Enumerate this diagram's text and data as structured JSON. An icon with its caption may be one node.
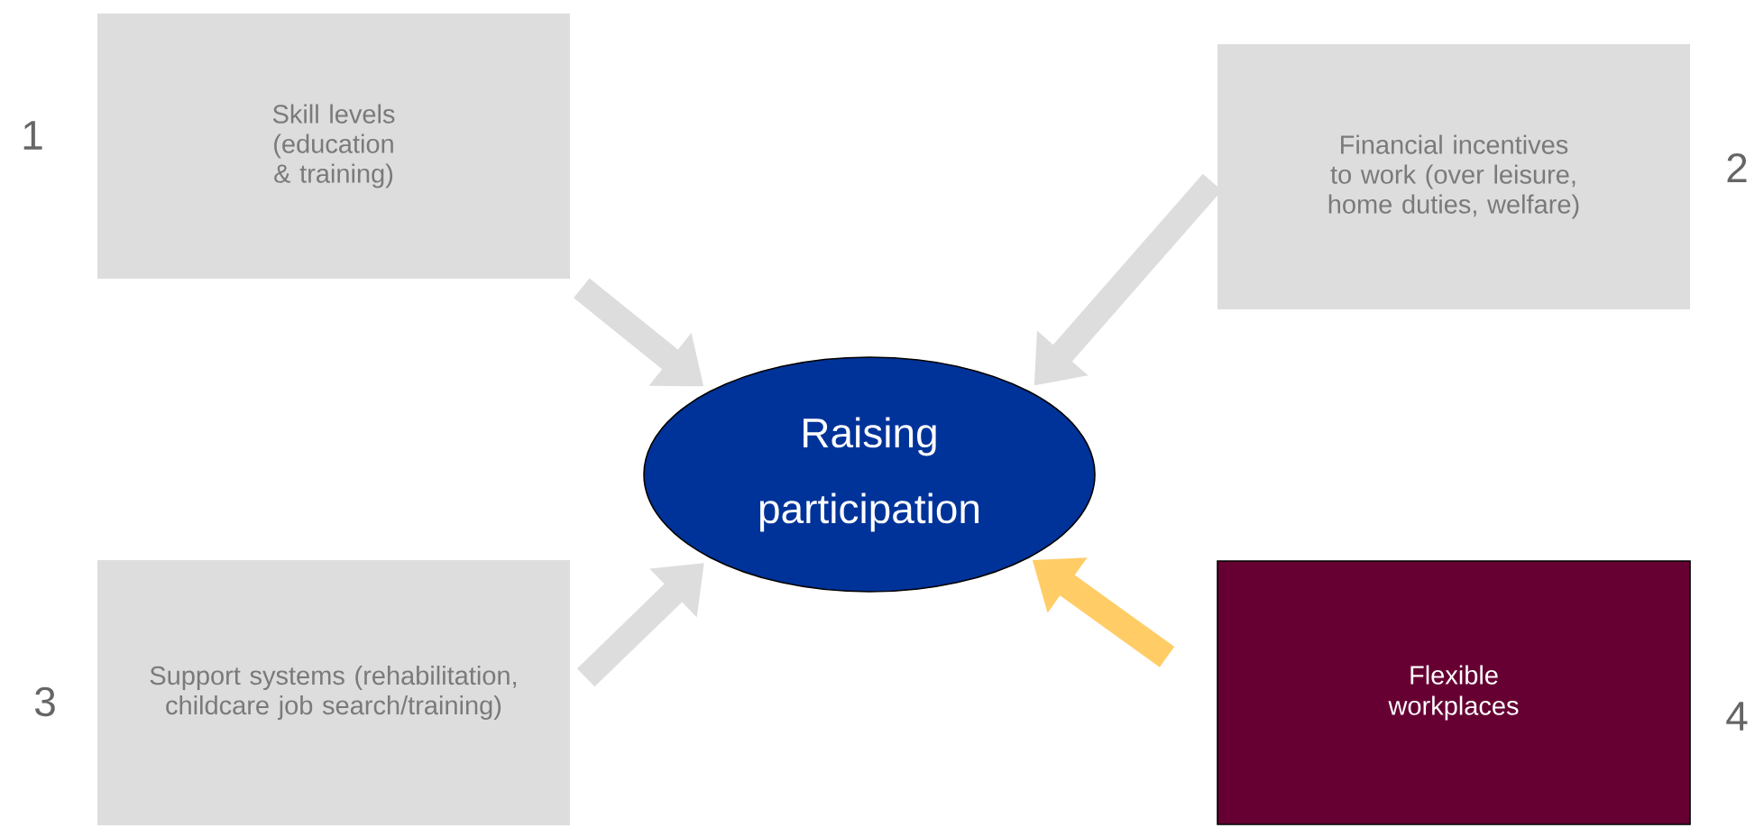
{
  "diagram": {
    "nodes": [
      {
        "text": [
          "Skill levels (education & training)"
        ],
        "beside": [
          "1"
        ]
      },
      {
        "text": [
          "Financial incentives to work (over leisure, home duties, welfare)"
        ],
        "beside": [
          "2"
        ]
      },
      {
        "text": [
          "Raising participation"
        ]
      },
      {
        "text": [
          "Support systems (rehabilitation, childcare job search/training)"
        ],
        "beside": [
          "3"
        ]
      },
      {
        "text": [
          "Flexible workplaces"
        ],
        "beside": [
          "4"
        ]
      }
    ],
    "edges": [
      {
        "from": 0,
        "to": 2,
        "arrow": "to"
      },
      {
        "from": 1,
        "to": 2,
        "arrow": "to"
      },
      {
        "from": 3,
        "to": 2,
        "arrow": "to"
      },
      {
        "from": 4,
        "to": 2,
        "arrow": "to",
        "color": "#ffcc66"
      }
    ]
  }
}
